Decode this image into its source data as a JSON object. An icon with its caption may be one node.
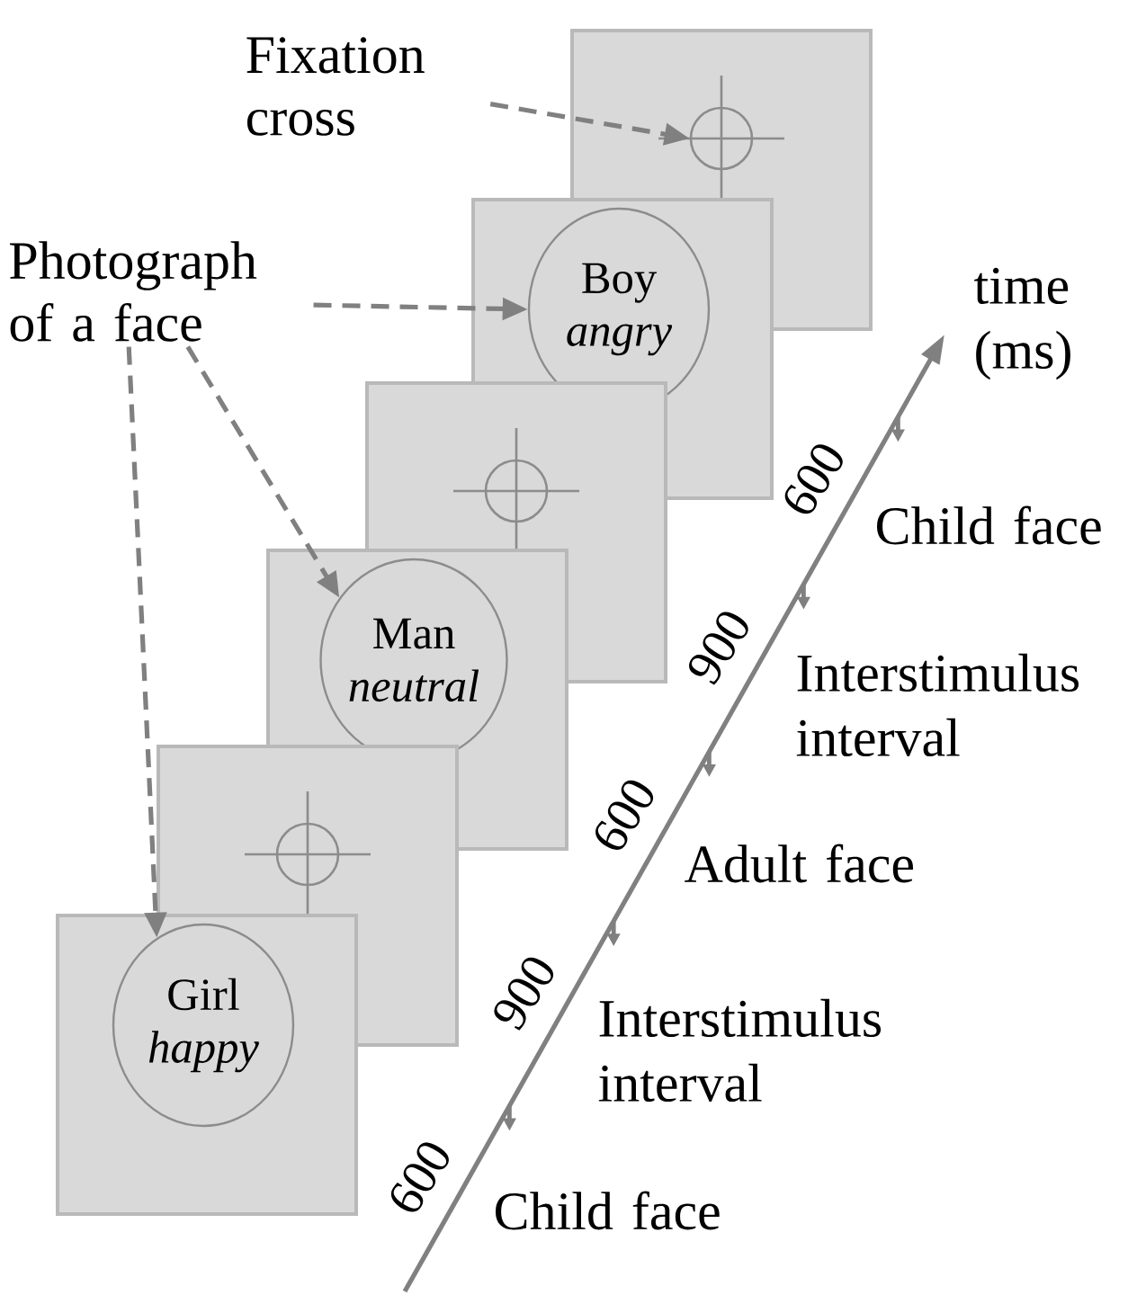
{
  "diagram": {
    "nodes": [
      {
        "text": [
          "Fixation cross"
        ]
      },
      {
        "text": [
          "Photograph of a face"
        ]
      },
      {
        "text": [],
        "shape": "box"
      },
      {
        "text": [],
        "shape": "cross",
        "in": 2
      },
      {
        "text": [],
        "shape": "box"
      },
      {
        "text": [
          "Boy",
          "angry"
        ],
        "in": 4
      },
      {
        "text": [],
        "shape": "box"
      },
      {
        "text": [],
        "shape": "cross",
        "in": 6
      },
      {
        "text": [],
        "shape": "box"
      },
      {
        "text": [
          "Man",
          "neutral"
        ],
        "in": 8
      },
      {
        "text": [],
        "shape": "box"
      },
      {
        "text": [],
        "shape": "cross",
        "in": 10
      },
      {
        "text": [],
        "shape": "box"
      },
      {
        "text": [
          "Girl",
          "happy"
        ],
        "in": 12
      }
    ],
    "edges": [
      {
        "from": 0,
        "to": 3,
        "arrow": "to",
        "style": "dashed"
      },
      {
        "from": 1,
        "to": 5,
        "arrow": "to",
        "style": "dashed"
      },
      {
        "from": 1,
        "to": 9,
        "arrow": "to",
        "style": "dashed"
      },
      {
        "from": 1,
        "to": 13,
        "arrow": "to",
        "style": "dashed"
      }
    ],
    "labels": [
      "time (ms)",
      "600",
      "Child face",
      "900",
      "Interstimulus interval",
      "600",
      "Adult face",
      "900",
      "Interstimulus interval",
      "600",
      "Child face"
    ]
  }
}
